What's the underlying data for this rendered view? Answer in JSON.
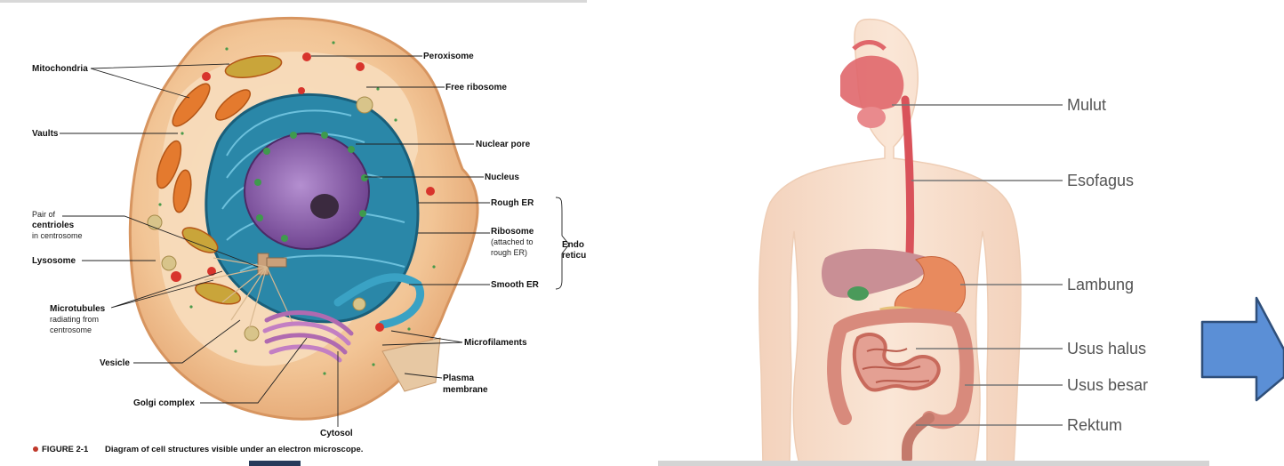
{
  "cell_diagram": {
    "labels": {
      "mitochondria": "Mitochondria",
      "peroxisome": "Peroxisome",
      "free_ribosome": "Free ribosome",
      "vaults": "Vaults",
      "nuclear_pore": "Nuclear pore",
      "nucleus": "Nucleus",
      "rough_er": "Rough ER",
      "pair_of": "Pair of",
      "centrioles": "centrioles",
      "in_centrosome": "in centrosome",
      "ribosome": "Ribosome",
      "ribosome_note_1": "(attached to",
      "ribosome_note_2": "rough ER)",
      "endo_1": "Endo",
      "endo_2": "reticu",
      "lysosome": "Lysosome",
      "smooth_er": "Smooth ER",
      "microtubules": "Microtubules",
      "microtubules_note_1": "radiating from",
      "microtubules_note_2": "centrosome",
      "microfilaments": "Microfilaments",
      "vesicle": "Vesicle",
      "plasma_1": "Plasma",
      "plasma_2": "membrane",
      "golgi": "Golgi complex",
      "cytosol": "Cytosol"
    },
    "caption": {
      "figure": "FIGURE 2-1",
      "text": "Diagram of cell structures visible under an electron microscope."
    }
  },
  "digestive_diagram": {
    "labels": {
      "mulut": "Mulut",
      "esofagus": "Esofagus",
      "lambung": "Lambung",
      "usus_halus": "Usus halus",
      "usus_besar": "Usus besar",
      "rektum": "Rektum"
    }
  },
  "colors": {
    "arrow_fill": "#5b8fd6",
    "arrow_stroke": "#2f4f7a",
    "cell_cytoplasm": "#f1c79a",
    "nucleus": "#8a5fa8",
    "rough_er": "#2f8fb0",
    "body_skin": "#f6dcc7"
  },
  "icons": {
    "arrow": "right-arrow-icon"
  }
}
